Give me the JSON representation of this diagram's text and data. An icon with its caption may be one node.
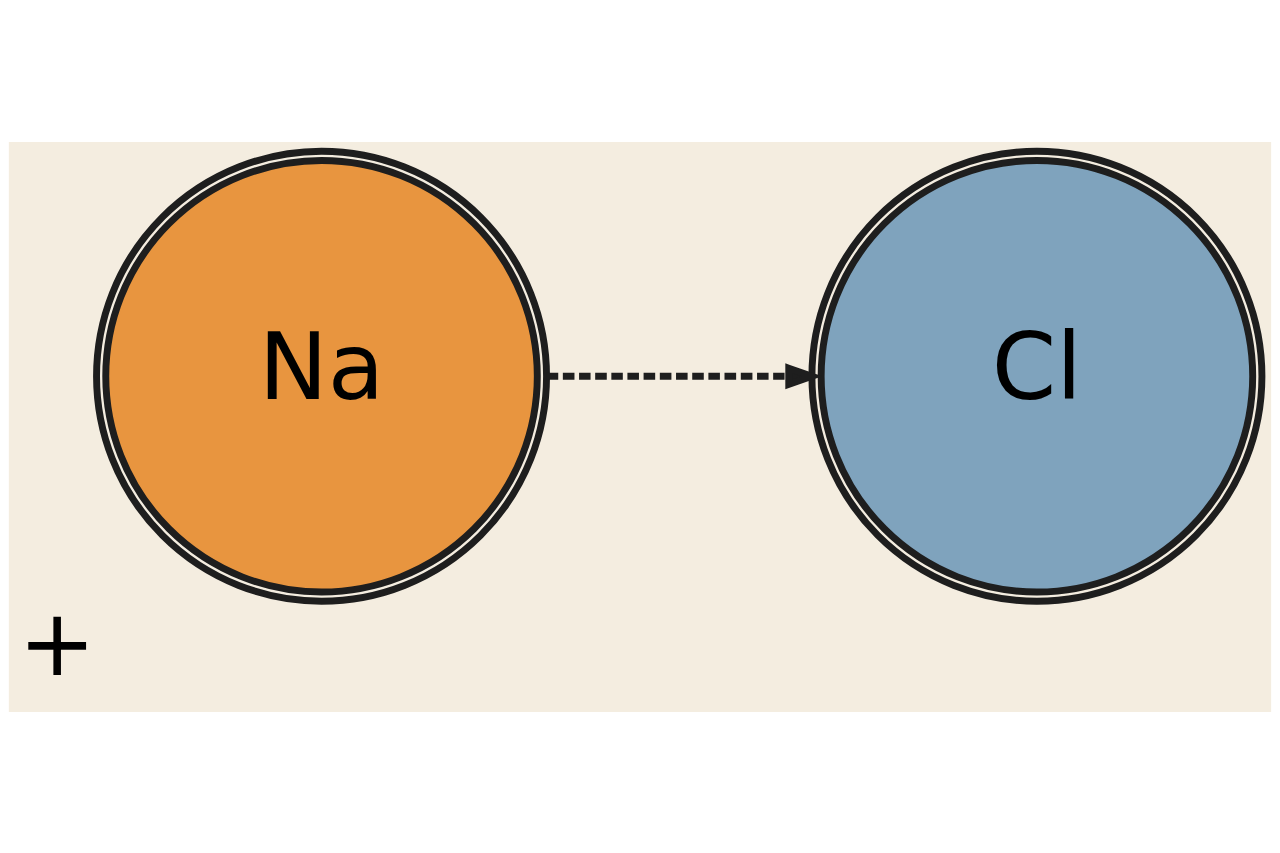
{
  "diagram": {
    "nodes": [
      {
        "text": [
          "Na"
        ],
        "beside": [
          "+"
        ]
      },
      {
        "text": [
          "Cl"
        ]
      }
    ],
    "edges": [
      {
        "from": 0,
        "to": 1,
        "arrow": "to",
        "style": "dashed"
      }
    ]
  }
}
